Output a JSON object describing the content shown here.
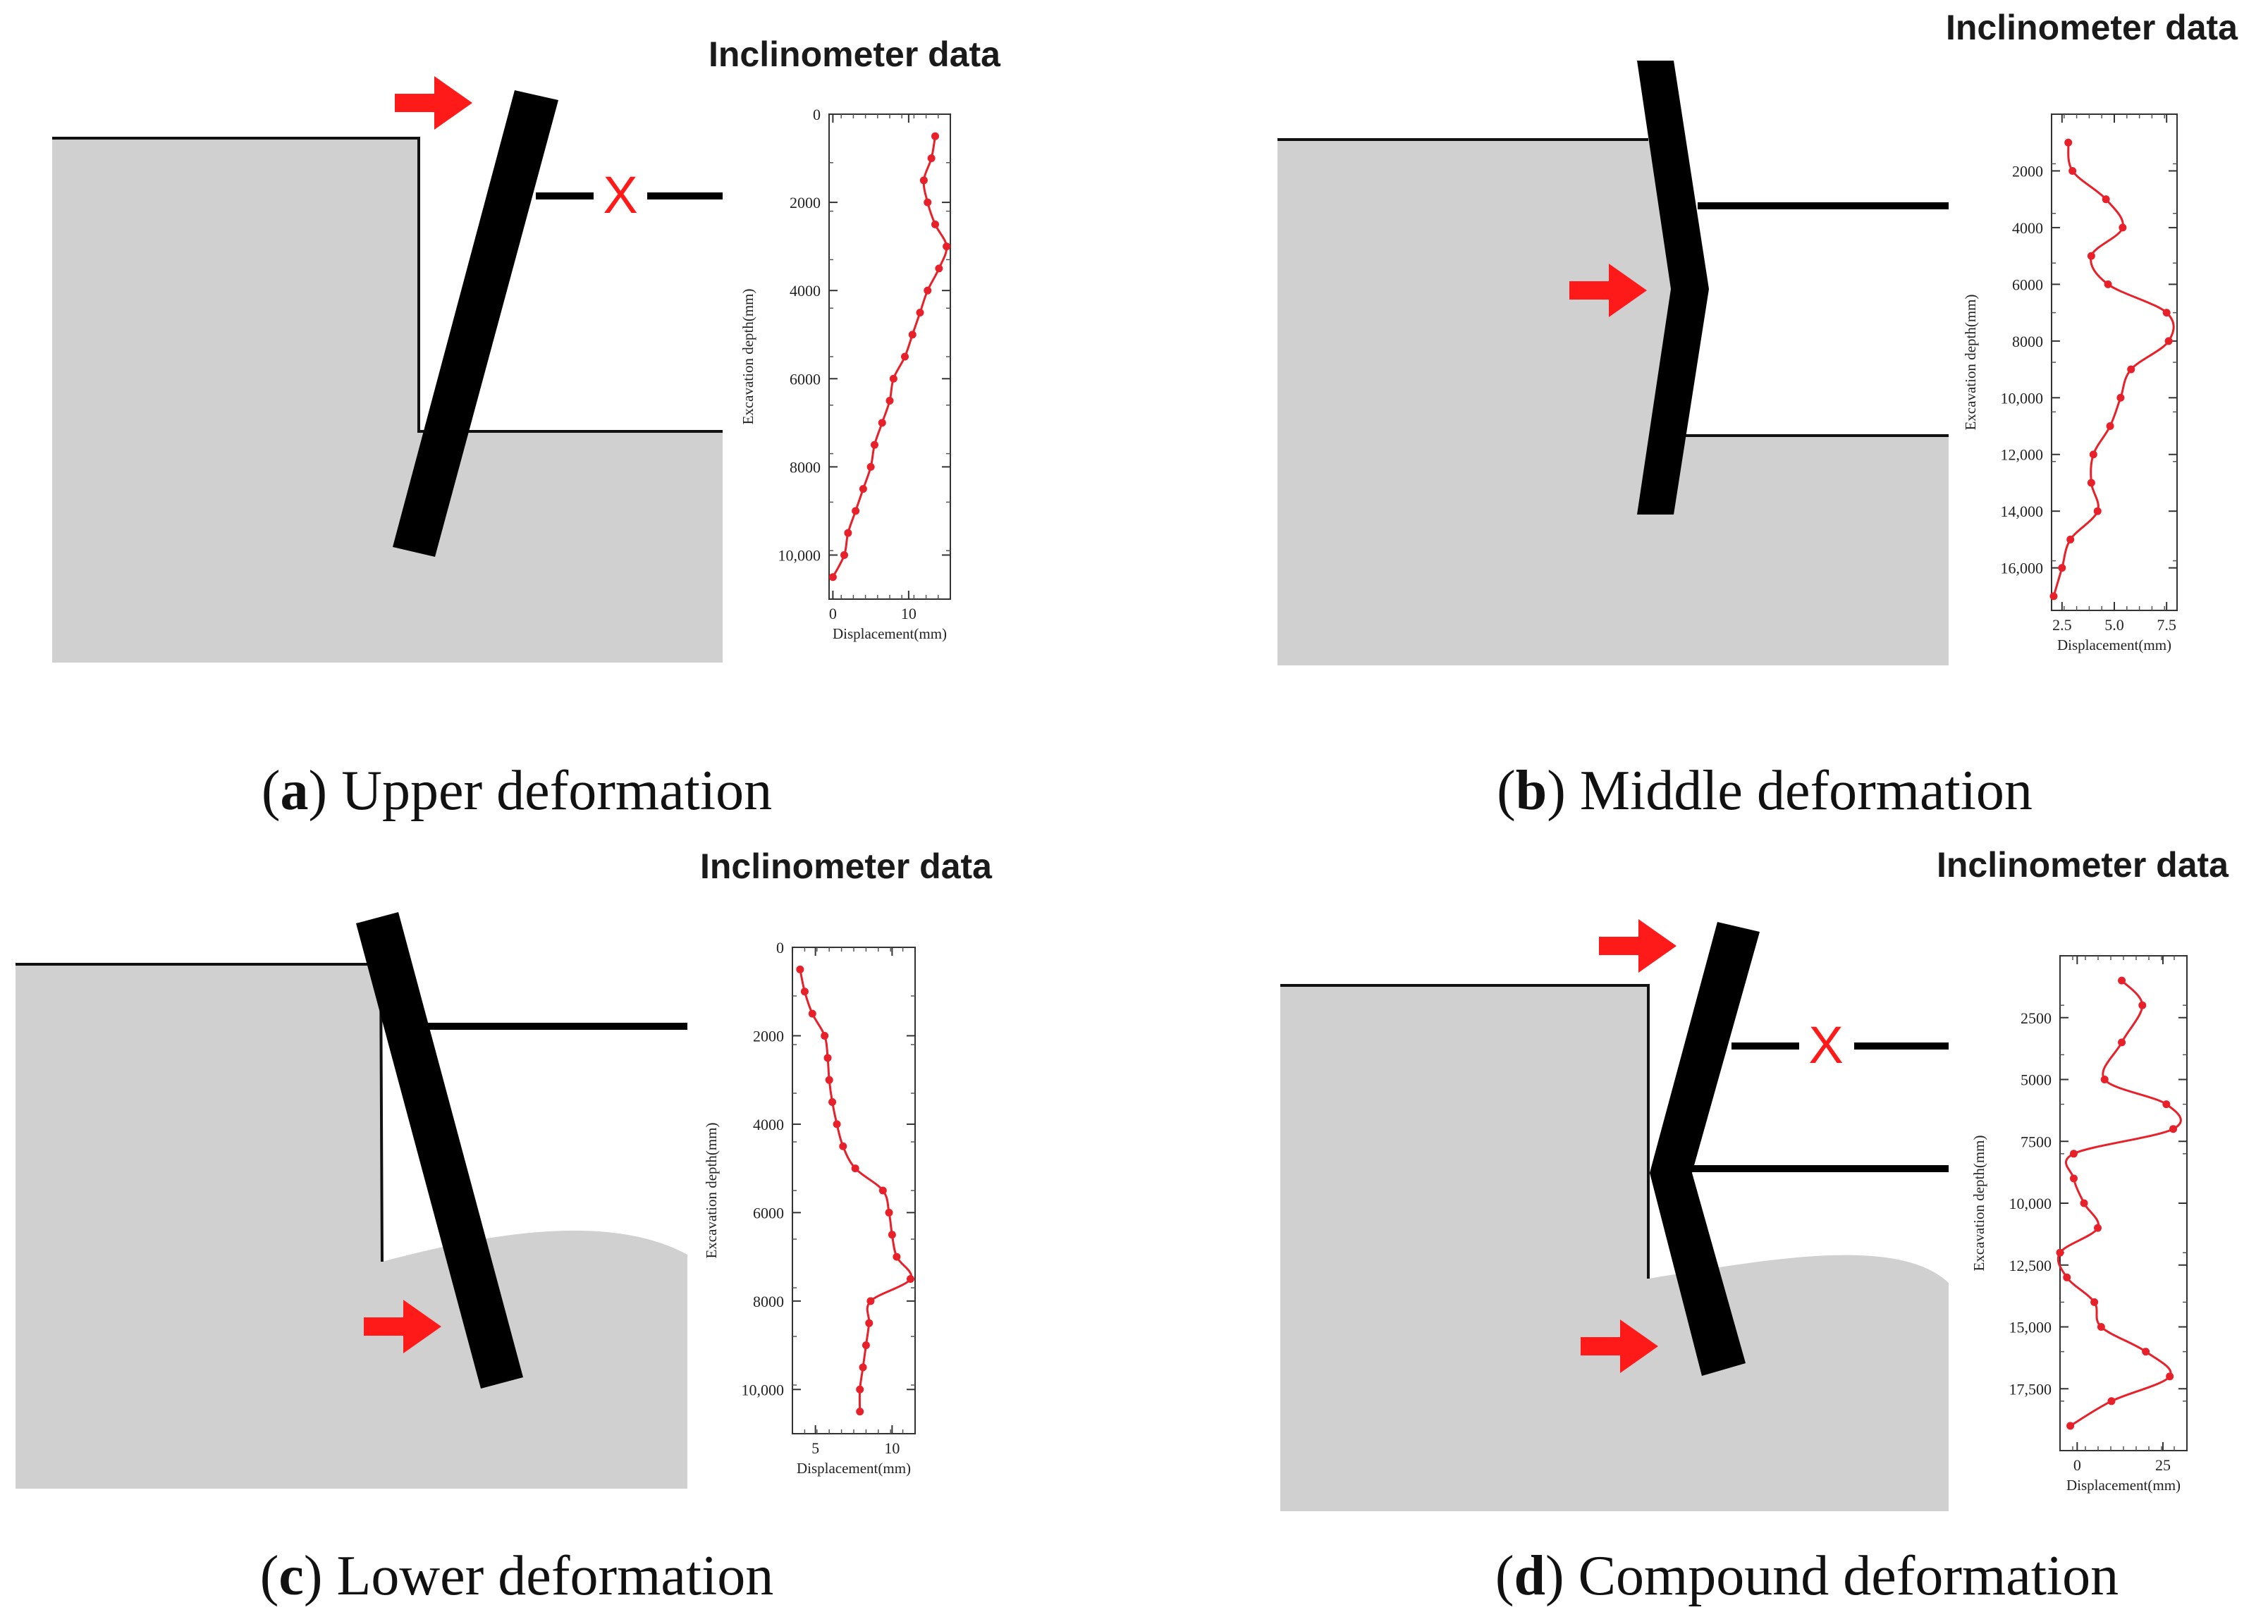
{
  "colors": {
    "ground": "#d0d0d0",
    "wall": "#000000",
    "arrow": "#ff1a1a",
    "curve": "#e8202a",
    "strut": "#000000"
  },
  "icons": {
    "arrow": "red-arrow-icon",
    "failed_strut": "red-x-icon"
  },
  "panels": [
    {
      "id": "a",
      "letter": "a",
      "caption": "Upper deformation",
      "inclinometer_title": "Inclinometer data",
      "failed_strut_mark": "X",
      "chart": {
        "type": "line",
        "xlabel": "Displacement(mm)",
        "ylabel": "Excavation depth(mm)",
        "xlim": [
          -0.5,
          15.5
        ],
        "ylim": [
          0,
          11000
        ],
        "xticks": [
          0,
          10
        ],
        "xtick_labels": [
          "0",
          "10"
        ],
        "yticks": [
          0,
          2000,
          4000,
          6000,
          8000,
          10000
        ],
        "ytick_labels": [
          "0",
          "2000",
          "4000",
          "6000",
          "8000",
          "10,000"
        ],
        "points": [
          [
            13.5,
            500
          ],
          [
            13,
            1000
          ],
          [
            12,
            1500
          ],
          [
            12.5,
            2000
          ],
          [
            13.5,
            2500
          ],
          [
            15,
            3000
          ],
          [
            14,
            3500
          ],
          [
            12.5,
            4000
          ],
          [
            11.5,
            4500
          ],
          [
            10.5,
            5000
          ],
          [
            9.5,
            5500
          ],
          [
            8,
            6000
          ],
          [
            7.5,
            6500
          ],
          [
            6.5,
            7000
          ],
          [
            5.5,
            7500
          ],
          [
            5,
            8000
          ],
          [
            4,
            8500
          ],
          [
            3,
            9000
          ],
          [
            2,
            9500
          ],
          [
            1.5,
            10000
          ],
          [
            0,
            10500
          ]
        ]
      }
    },
    {
      "id": "b",
      "letter": "b",
      "caption": "Middle deformation",
      "inclinometer_title": "Inclinometer data",
      "chart": {
        "type": "line",
        "xlabel": "Displacement(mm)",
        "ylabel": "Excavation depth(mm)",
        "xlim": [
          2,
          8
        ],
        "ylim": [
          0,
          17500
        ],
        "xticks": [
          2.5,
          5.0,
          7.5
        ],
        "xtick_labels": [
          "2.5",
          "5.0",
          "7.5"
        ],
        "yticks": [
          2000,
          4000,
          6000,
          8000,
          10000,
          12000,
          14000,
          16000
        ],
        "ytick_labels": [
          "2000",
          "4000",
          "6000",
          "8000",
          "10,000",
          "12,000",
          "14,000",
          "16,000"
        ],
        "points": [
          [
            2.8,
            1000
          ],
          [
            3.0,
            2000
          ],
          [
            4.6,
            3000
          ],
          [
            5.4,
            4000
          ],
          [
            3.9,
            5000
          ],
          [
            4.7,
            6000
          ],
          [
            7.5,
            7000
          ],
          [
            7.6,
            8000
          ],
          [
            5.8,
            9000
          ],
          [
            5.3,
            10000
          ],
          [
            4.8,
            11000
          ],
          [
            4.0,
            12000
          ],
          [
            3.9,
            13000
          ],
          [
            4.2,
            14000
          ],
          [
            2.9,
            15000
          ],
          [
            2.5,
            16000
          ],
          [
            2.1,
            17000
          ]
        ]
      }
    },
    {
      "id": "c",
      "letter": "c",
      "caption": "Lower deformation",
      "inclinometer_title": "Inclinometer data",
      "chart": {
        "type": "line",
        "xlabel": "Displacement(mm)",
        "ylabel": "Excavation depth(mm)",
        "xlim": [
          3.5,
          11.5
        ],
        "ylim": [
          0,
          11000
        ],
        "xticks": [
          5,
          10
        ],
        "xtick_labels": [
          "5",
          "10"
        ],
        "yticks": [
          0,
          2000,
          4000,
          6000,
          8000,
          10000
        ],
        "ytick_labels": [
          "0",
          "2000",
          "4000",
          "6000",
          "8000",
          "10,000"
        ],
        "points": [
          [
            4,
            500
          ],
          [
            4.3,
            1000
          ],
          [
            4.8,
            1500
          ],
          [
            5.6,
            2000
          ],
          [
            5.8,
            2500
          ],
          [
            5.9,
            3000
          ],
          [
            6.1,
            3500
          ],
          [
            6.4,
            4000
          ],
          [
            6.8,
            4500
          ],
          [
            7.6,
            5000
          ],
          [
            9.4,
            5500
          ],
          [
            9.8,
            6000
          ],
          [
            10,
            6500
          ],
          [
            10.3,
            7000
          ],
          [
            11.2,
            7500
          ],
          [
            8.6,
            8000
          ],
          [
            8.5,
            8500
          ],
          [
            8.3,
            9000
          ],
          [
            8.1,
            9500
          ],
          [
            7.9,
            10000
          ],
          [
            7.9,
            10500
          ]
        ]
      }
    },
    {
      "id": "d",
      "letter": "d",
      "caption": "Compound deformation",
      "inclinometer_title": "Inclinometer data",
      "failed_strut_mark": "X",
      "chart": {
        "type": "line",
        "xlabel": "Displacement(mm)",
        "ylabel": "Excavation depth(mm)",
        "xlim": [
          -5,
          32
        ],
        "ylim": [
          0,
          20000
        ],
        "xticks": [
          0,
          25
        ],
        "xtick_labels": [
          "0",
          "25"
        ],
        "yticks": [
          2500,
          5000,
          7500,
          10000,
          12500,
          15000,
          17500
        ],
        "ytick_labels": [
          "2500",
          "5000",
          "7500",
          "10,000",
          "12,500",
          "15,000",
          "17,500"
        ],
        "points": [
          [
            13,
            1000
          ],
          [
            19,
            2000
          ],
          [
            13,
            3500
          ],
          [
            8,
            5000
          ],
          [
            26,
            6000
          ],
          [
            28,
            7000
          ],
          [
            -1,
            8000
          ],
          [
            -1,
            9000
          ],
          [
            2,
            10000
          ],
          [
            6,
            11000
          ],
          [
            -5,
            12000
          ],
          [
            -3,
            13000
          ],
          [
            5,
            14000
          ],
          [
            7,
            15000
          ],
          [
            20,
            16000
          ],
          [
            27,
            17000
          ],
          [
            10,
            18000
          ],
          [
            -2,
            19000
          ]
        ]
      }
    }
  ]
}
